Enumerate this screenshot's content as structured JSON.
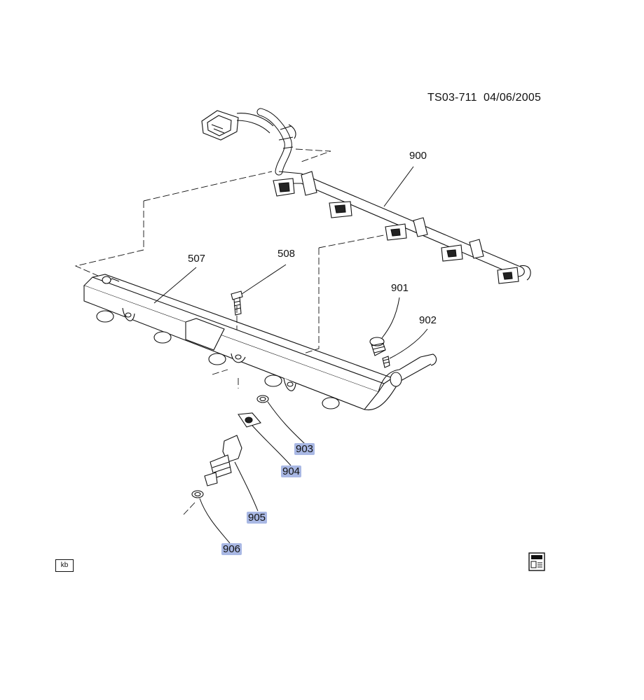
{
  "header": {
    "illustration_id": "TS03-711",
    "date": "04/06/2005"
  },
  "callouts": {
    "c900": "900",
    "c507": "507",
    "c508": "508",
    "c901": "901",
    "c902": "902",
    "c903": "903",
    "c904": "904",
    "c905": "905",
    "c906": "906"
  },
  "badge": {
    "kb": "kb"
  },
  "colors": {
    "highlight": "#a9b8e4",
    "ink": "#111111"
  },
  "icons": {
    "book": "reference-book-icon"
  }
}
